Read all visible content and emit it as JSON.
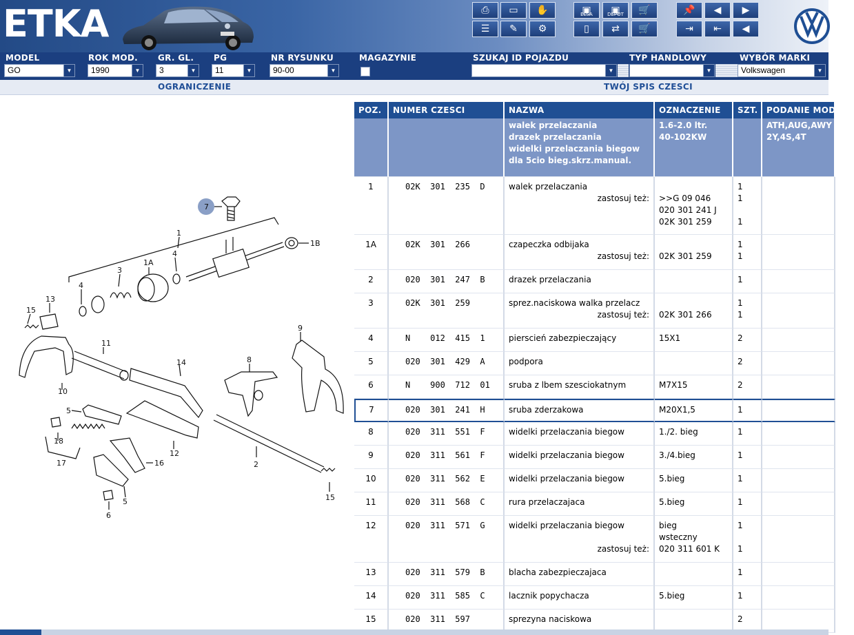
{
  "header": {
    "logo": "ETKA",
    "toolbar_row1": [
      {
        "icon": "printer-icon",
        "glyph": "⎙"
      },
      {
        "icon": "screen-icon",
        "glyph": "▭"
      },
      {
        "icon": "handshake-icon",
        "glyph": "✋"
      },
      {
        "icon": "elsa-icon",
        "glyph": "▣",
        "label": "ELSA"
      },
      {
        "icon": "depot-icon",
        "glyph": "▣",
        "label": "DEPOT"
      },
      {
        "icon": "cart-list-icon",
        "glyph": "🛒"
      },
      {
        "icon": "pin-icon",
        "glyph": "📌"
      },
      {
        "icon": "prev-page-icon",
        "glyph": "◀"
      },
      {
        "icon": "next-page-icon",
        "glyph": "▶"
      }
    ],
    "toolbar_row2": [
      {
        "icon": "list-icon",
        "glyph": "☰"
      },
      {
        "icon": "pencil-icon",
        "glyph": "✎"
      },
      {
        "icon": "car-service-icon",
        "glyph": "⚙"
      },
      {
        "icon": "monitor-icon",
        "glyph": "▯"
      },
      {
        "icon": "car-transfer-icon",
        "glyph": "⇄"
      },
      {
        "icon": "cart-icon",
        "glyph": "🛒"
      },
      {
        "icon": "last-icon",
        "glyph": "⇥"
      },
      {
        "icon": "first-icon",
        "glyph": "⇤"
      },
      {
        "icon": "back-icon",
        "glyph": "◀"
      }
    ]
  },
  "selectors": {
    "model": {
      "label": "MODEL",
      "value": "GO"
    },
    "rok_mod": {
      "label": "ROK MOD.",
      "value": "1990"
    },
    "gr_gl": {
      "label": "GR. GL.",
      "value": "3"
    },
    "pg": {
      "label": "PG",
      "value": "11"
    },
    "nr_rysunku": {
      "label": "NR RYSUNKU",
      "value": "90-00"
    },
    "magazynie": {
      "label": "MAGAZYNIE"
    },
    "szukaj": {
      "label": "SZUKAJ ID POJAZDU",
      "value": ""
    },
    "typ": {
      "label": "TYP HANDLOWY",
      "value": ""
    },
    "marka": {
      "label": "WYBÓR MARKI",
      "value": "Volkswagen"
    }
  },
  "sections": {
    "left": "OGRANICZENIE",
    "right": "TWÓJ SPIS CZESCI"
  },
  "diagram_callouts": [
    "7",
    "1",
    "1B",
    "1A",
    "4",
    "3",
    "4",
    "13",
    "15",
    "11",
    "14",
    "8",
    "9",
    "10",
    "5",
    "18",
    "17",
    "16",
    "12",
    "2",
    "15",
    "5",
    "6"
  ],
  "table": {
    "headers": [
      "POZ.",
      "NUMER CZESCI",
      "NAZWA",
      "OZNACZENIE",
      "SZT.",
      "PODANIE MODELU"
    ],
    "info_row": {
      "nazwa": [
        "walek przelaczania",
        "drazek przelaczania",
        "widelki przelaczania biegow",
        "dla 5cio bieg.skrz.manual."
      ],
      "oznaczenie": [
        "1.6-2.0 ltr.",
        "40-102KW"
      ],
      "podanie": [
        "ATH,AUG,AWY",
        "2Y,4S,4T"
      ]
    },
    "also_label": "zastosuj też:",
    "rows": [
      {
        "poz": "1",
        "num": "02K  301  235  D",
        "name": "walek przelaczania",
        "also": true,
        "ozn": [
          "",
          ">>G    09 046",
          "020 301 241 J",
          "02K 301 259"
        ],
        "szt": [
          "1",
          "1",
          "",
          "1"
        ],
        "h": 84
      },
      {
        "poz": "1A",
        "num": "02K  301  266",
        "name": "czapeczka odbijaka",
        "also": true,
        "ozn": [
          "",
          "02K 301 259"
        ],
        "szt": [
          "1",
          "1"
        ],
        "h": 51
      },
      {
        "poz": "2",
        "num": "020  301  247  B",
        "name": "drazek przelaczania",
        "also": false,
        "ozn": [
          ""
        ],
        "szt": [
          "1"
        ],
        "h": 34
      },
      {
        "poz": "3",
        "num": "02K  301  259",
        "name": "sprez.naciskowa walka przelacz",
        "also": true,
        "ozn": [
          "",
          "02K 301 266"
        ],
        "szt": [
          "1",
          "1"
        ],
        "h": 51
      },
      {
        "poz": "4",
        "num": "N    012  415  1",
        "name": "piersciеń zabezpieczający",
        "also": false,
        "ozn": [
          "15X1"
        ],
        "szt": [
          "2"
        ],
        "h": 34
      },
      {
        "poz": "5",
        "num": "020  301  429  A",
        "name": "podpora",
        "also": false,
        "ozn": [
          ""
        ],
        "szt": [
          "2"
        ],
        "h": 34
      },
      {
        "poz": "6",
        "num": "N    900  712  01",
        "name": "sruba  z lbem szesciokatnym",
        "also": false,
        "ozn": [
          "M7X15"
        ],
        "szt": [
          "2"
        ],
        "h": 34
      },
      {
        "poz": "7",
        "num": "020  301  241  H",
        "name": "sruba zderzakowa",
        "also": false,
        "ozn": [
          "M20X1,5"
        ],
        "szt": [
          "1"
        ],
        "h": 34,
        "selected": true
      },
      {
        "poz": "8",
        "num": "020  311  551  F",
        "name": "widelki przelaczania biegow",
        "also": false,
        "ozn": [
          "1./2. bieg"
        ],
        "szt": [
          "1"
        ],
        "h": 34
      },
      {
        "poz": "9",
        "num": "020  311  561  F",
        "name": "widelki przelaczania biegow",
        "also": false,
        "ozn": [
          "3./4.bieg"
        ],
        "szt": [
          "1"
        ],
        "h": 34
      },
      {
        "poz": "10",
        "num": "020  311  562  E",
        "name": "widelki przelaczania biegow",
        "also": false,
        "ozn": [
          "5.bieg"
        ],
        "szt": [
          "1"
        ],
        "h": 34
      },
      {
        "poz": "11",
        "num": "020  311  568  C",
        "name": "rura przelaczajaca",
        "also": false,
        "ozn": [
          "5.bieg"
        ],
        "szt": [
          "1"
        ],
        "h": 34
      },
      {
        "poz": "12",
        "num": "020  311  571  G",
        "name": "widelki przelaczania biegow",
        "also": true,
        "also_line": 3,
        "ozn": [
          "bieg",
          "wsteczny",
          "020 311 601 K"
        ],
        "szt": [
          "1",
          "",
          "1"
        ],
        "h": 68
      },
      {
        "poz": "13",
        "num": "020  311  579  B",
        "name": "blacha zabezpieczajaca",
        "also": false,
        "ozn": [
          ""
        ],
        "szt": [
          "1"
        ],
        "h": 34
      },
      {
        "poz": "14",
        "num": "020  311  585  C",
        "name": "lacznik popychacza",
        "also": false,
        "ozn": [
          "5.bieg"
        ],
        "szt": [
          "1"
        ],
        "h": 34
      },
      {
        "poz": "15",
        "num": "020  311  597",
        "name": "sprezyna naciskowa",
        "also": false,
        "ozn": [
          ""
        ],
        "szt": [
          "2"
        ],
        "h": 34
      }
    ]
  }
}
